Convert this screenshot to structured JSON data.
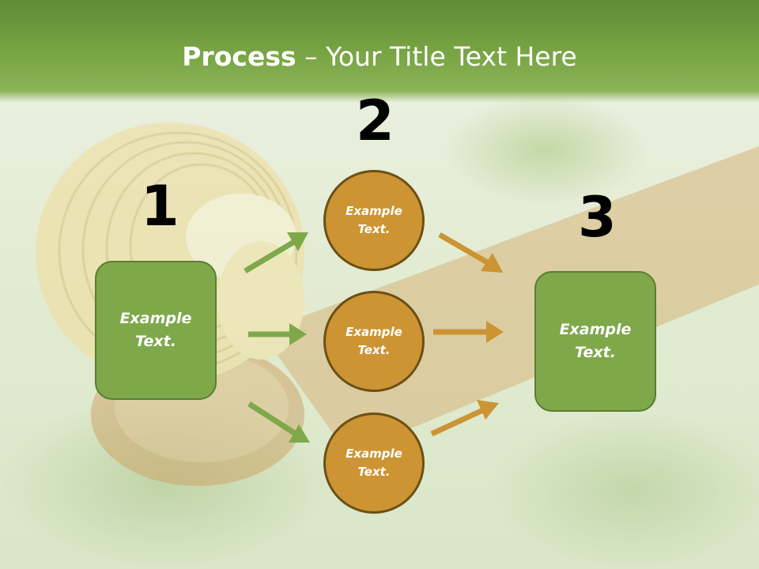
{
  "header": {
    "title_bold": "Process",
    "title_rest": " – Your Title Text Here"
  },
  "steps": {
    "n1": "1",
    "n2": "2",
    "n3": "3"
  },
  "nodes": {
    "left_box": "Example Text.",
    "circle_top": "Example Text.",
    "circle_middle": "Example Text.",
    "circle_bottom": "Example Text.",
    "right_box": "Example Text."
  },
  "colors": {
    "green": "#7fa84b",
    "orange": "#cc9433",
    "header_green": "#6e9a3d"
  }
}
